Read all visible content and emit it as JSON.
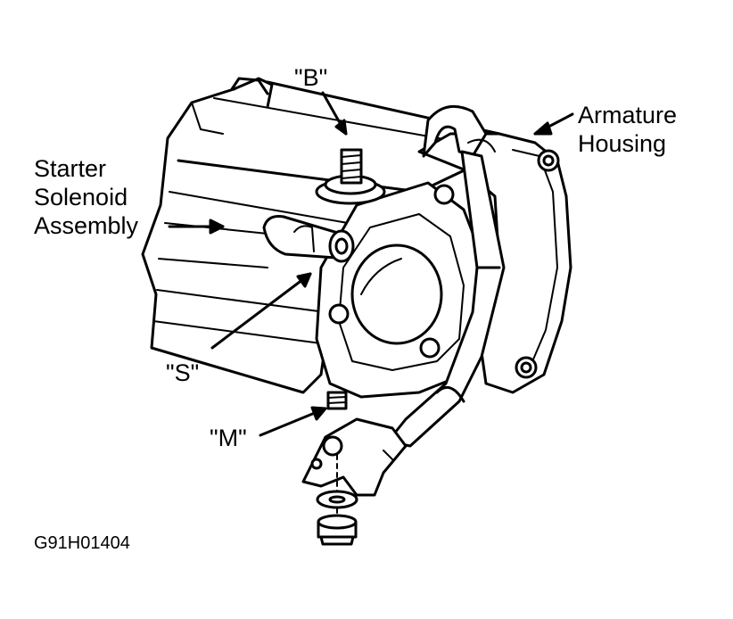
{
  "labels": {
    "b_terminal": "\"B\"",
    "s_terminal": "\"S\"",
    "m_terminal": "\"M\"",
    "armature_line1": "Armature",
    "armature_line2": "Housing",
    "solenoid_line1": "Starter",
    "solenoid_line2": "Solenoid",
    "solenoid_line3": "Assembly"
  },
  "figure_code": "G91H01404",
  "colors": {
    "ink": "#000000",
    "paper": "#ffffff"
  }
}
